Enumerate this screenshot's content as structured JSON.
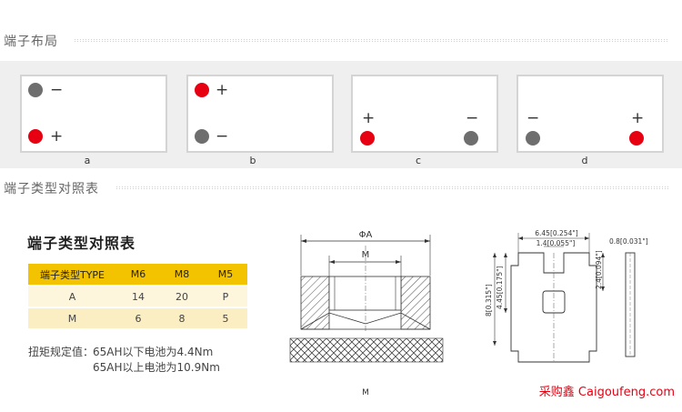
{
  "sections": {
    "layout_title": "端子布局",
    "types_title": "端子类型对照表"
  },
  "batteries": [
    {
      "caption": "a",
      "top_sign": "−",
      "bottom_sign": "+"
    },
    {
      "caption": "b",
      "top_sign": "+",
      "bottom_sign": "−"
    },
    {
      "caption": "c",
      "left_sign": "+",
      "right_sign": "−"
    },
    {
      "caption": "d",
      "left_sign": "−",
      "right_sign": "+"
    }
  ],
  "colors": {
    "positive": "#e60012",
    "negative": "#6e6e6e",
    "header": "#f3c300"
  },
  "table": {
    "title": "端子类型对照表",
    "headers": [
      "端子类型TYPE",
      "M6",
      "M8",
      "M5"
    ],
    "rows": [
      [
        "A",
        "14",
        "20",
        "P"
      ],
      [
        "M",
        "6",
        "8",
        "5"
      ]
    ]
  },
  "torque": {
    "label": "扭矩规定值：",
    "line1": "65AH以下电池为4.4Nm",
    "line2": "65AH以上电池为10.9Nm"
  },
  "nut_drawing": {
    "dim_outer": "ΦA",
    "dim_inner": "M",
    "caption": "M"
  },
  "terminal_drawing": {
    "width_top": "6.45[0.254\"]",
    "slot_width": "1.4[0.055\"]",
    "height_total": "8[0.315\"]",
    "height_upper": "4.45[0.175\"]",
    "slot_height": "2.4[0.094\"]",
    "thickness": "0.8[0.031\"]"
  },
  "watermark": "采购鑫 Caigoufeng.com"
}
